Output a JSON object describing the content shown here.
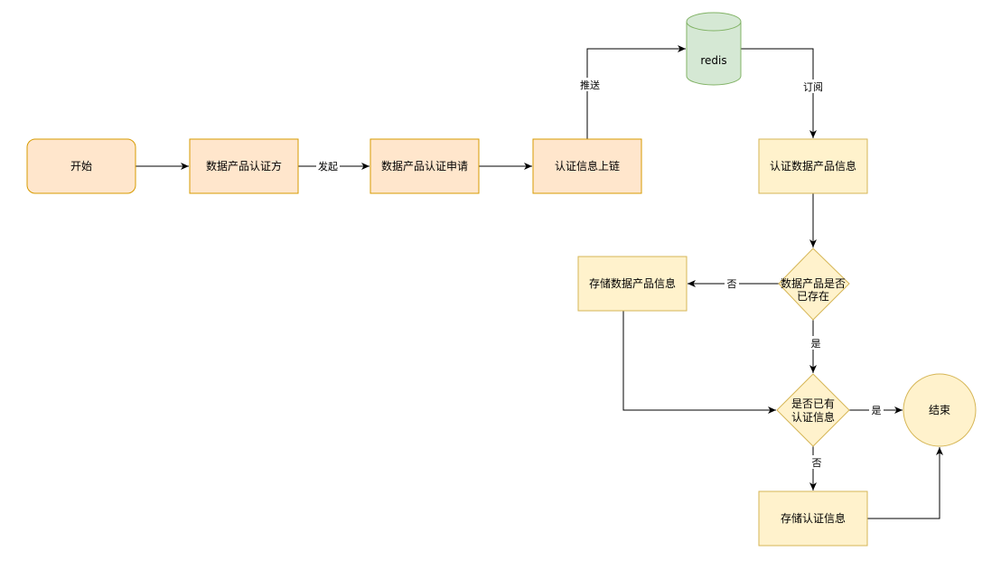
{
  "nodes": {
    "start": "开始",
    "certifier": "数据产品认证方",
    "application": "数据产品认证申请",
    "onchain": "认证信息上链",
    "redis": "redis",
    "certify_info": "认证数据产品信息",
    "decision_exists_1": "数据产品是否",
    "decision_exists_2": "已存在",
    "store_product": "存储数据产品信息",
    "decision_cert_1": "是否已有",
    "decision_cert_2": "认证信息",
    "end": "结束",
    "store_cert": "存储认证信息"
  },
  "edges": {
    "initiate": "发起",
    "push": "推送",
    "subscribe": "订阅",
    "exists_no": "否",
    "exists_yes": "是",
    "cert_yes": "是",
    "cert_no": "否"
  },
  "colors": {
    "orange_fill": "#ffe6cc",
    "orange_stroke": "#d79b00",
    "yellow_fill": "#fff2cc",
    "yellow_stroke": "#d6b656",
    "green_fill": "#d5e8d4",
    "green_stroke": "#82b366",
    "line": "#000000"
  }
}
